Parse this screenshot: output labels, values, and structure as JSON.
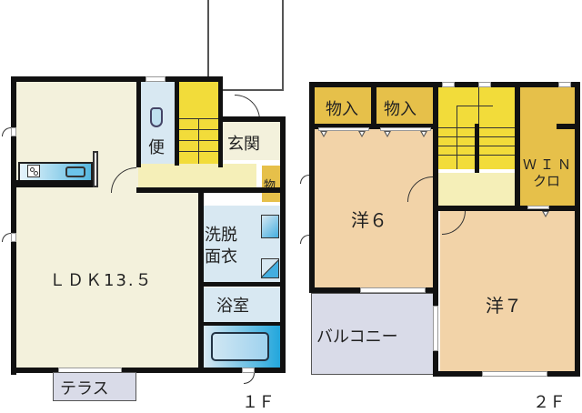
{
  "floor1": {
    "label": "１Ｆ",
    "rooms": {
      "ldk": "ＬＤＫ13.５",
      "toilet": "便",
      "entrance": "玄関",
      "storage": "物",
      "washroom_line1": "洗脱",
      "washroom_line2": "面衣",
      "bathroom": "浴室",
      "terrace": "テラス"
    }
  },
  "floor2": {
    "label": "２Ｆ",
    "rooms": {
      "closet_a": "物入",
      "closet_b": "物入",
      "western6": "洋６",
      "western7": "洋７",
      "walkin_line1": "ＷＩＮ",
      "walkin_line2": "クロ",
      "balcony": "バルコニー"
    }
  },
  "colors": {
    "ldk": "#f3f1dc",
    "hall": "#f5efb8",
    "stairs": "#f2dc3a",
    "storage": "#e6c04a",
    "wet": "#d8e8f2",
    "western": "#f2d3a8",
    "balcony": "#d9dbe8",
    "wall": "#111111"
  }
}
